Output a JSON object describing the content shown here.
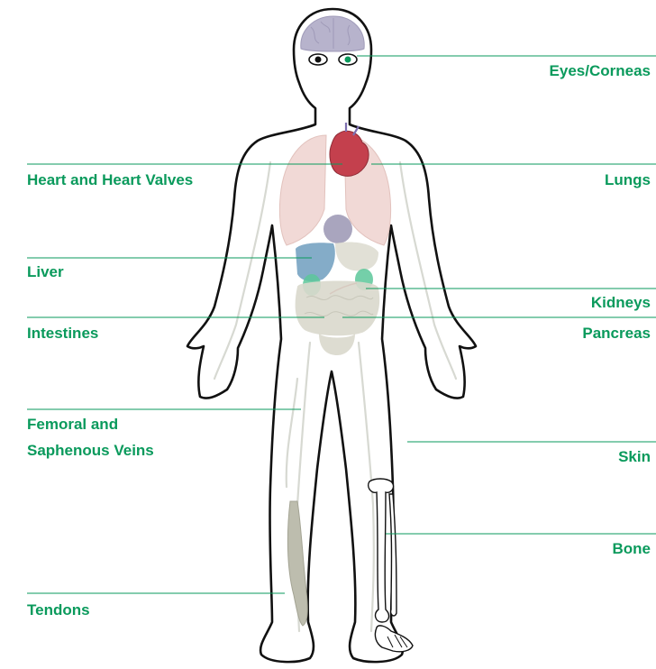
{
  "colors": {
    "label": "#0a9a5c",
    "outline": "#111111",
    "lung": "#f1d9d6",
    "heart": "#c4404d",
    "brain": "#b7b3cc",
    "liver": "#6f9dbe",
    "kidney": "#5cc79a",
    "intestine": "#d9d8cc",
    "tendon": "#bdbdae",
    "vein": "#d7d9d2"
  },
  "labels": {
    "eyes": "Eyes/Corneas",
    "heart": "Heart and Heart Valves",
    "lungs": "Lungs",
    "liver": "Liver",
    "kidneys": "Kidneys",
    "intestines": "Intestines",
    "pancreas": "Pancreas",
    "femoral_line1": "Femoral and",
    "femoral_line2": "Saphenous Veins",
    "skin": "Skin",
    "bone": "Bone",
    "tendons": "Tendons"
  }
}
